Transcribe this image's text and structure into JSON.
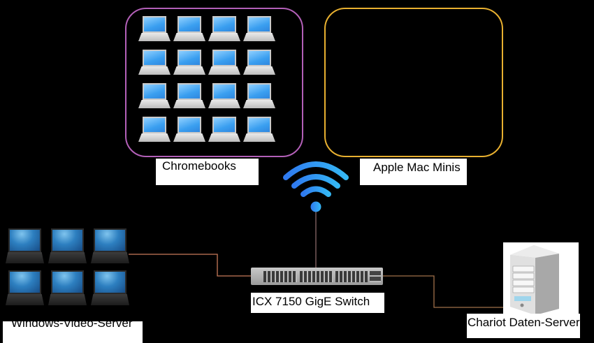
{
  "diagram": {
    "groups": [
      {
        "id": "chromebooks",
        "label": "Chromebooks",
        "device_count": 16,
        "border_color": "#b360b8"
      },
      {
        "id": "mac-minis",
        "label": "Apple Mac Minis",
        "device_count": 0,
        "border_color": "#e8b030"
      }
    ],
    "switch": {
      "label": "ICX 7150 GigE Switch"
    },
    "windows_servers": {
      "label": "Windows-Video-Server",
      "device_count": 6
    },
    "data_server": {
      "label": "Chariot Daten-Server"
    },
    "wifi": {
      "icon": "wifi-icon",
      "color": "#2f8ff0"
    },
    "link_color": "#c87a5a"
  }
}
